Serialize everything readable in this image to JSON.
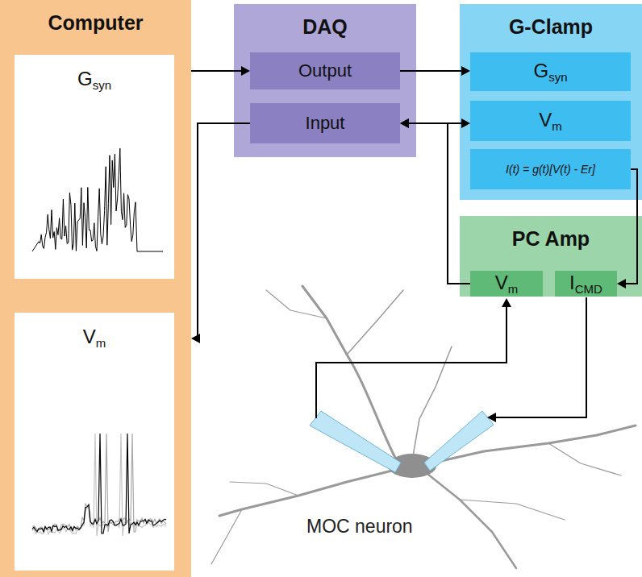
{
  "diagram": {
    "nodes": [
      {
        "text": [
          "Computer"
        ]
      },
      {
        "text": [
          "Gsyn"
        ],
        "in": 0
      },
      {
        "text": [
          "Vm"
        ],
        "in": 0
      },
      {
        "text": [
          "DAQ"
        ]
      },
      {
        "text": [
          "Output"
        ],
        "in": 3
      },
      {
        "text": [
          "Input"
        ],
        "in": 3
      },
      {
        "text": [
          "G-Clamp"
        ]
      },
      {
        "text": [
          "Gsyn"
        ],
        "in": 6
      },
      {
        "text": [
          "Vm"
        ],
        "in": 6
      },
      {
        "text": [
          "I(t) = g(t)[V(t) - Er]"
        ],
        "in": 6
      },
      {
        "text": [
          "PC Amp"
        ]
      },
      {
        "text": [
          "Vm"
        ],
        "in": 10
      },
      {
        "text": [
          "ICMD"
        ],
        "in": 10
      }
    ],
    "edges": [
      {
        "from": 0,
        "to": 4,
        "arrow": "to"
      },
      {
        "from": 4,
        "to": 7,
        "arrow": "to"
      },
      {
        "from": 5,
        "to": 0,
        "arrow": "to"
      },
      {
        "from": 5,
        "to": 8,
        "arrow": "both"
      },
      {
        "from": 11,
        "to": 5,
        "arrow": "to"
      },
      {
        "from": 9,
        "to": 12,
        "arrow": "to"
      }
    ],
    "labels": [
      "MOC neuron"
    ]
  }
}
